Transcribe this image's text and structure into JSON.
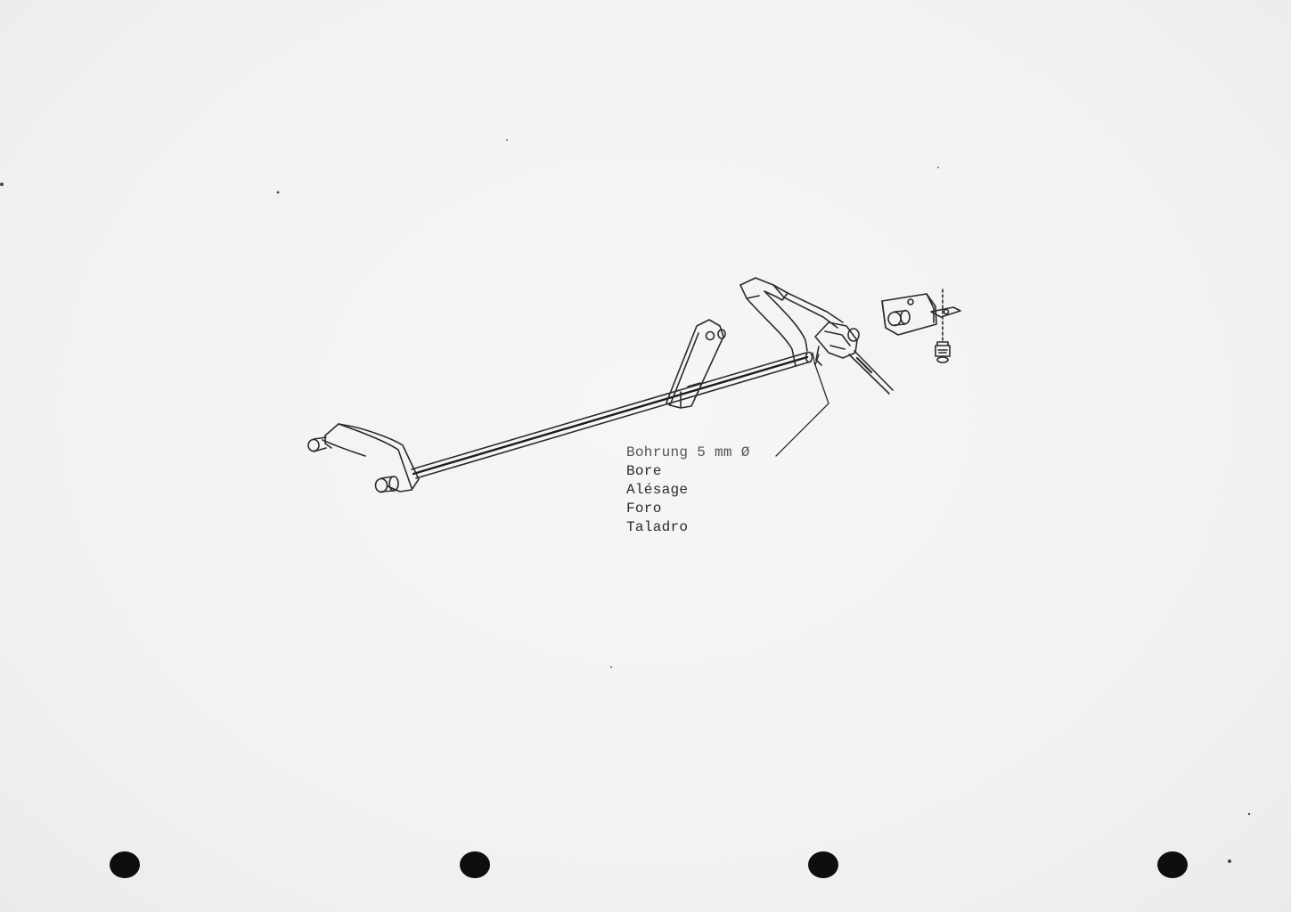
{
  "labels": {
    "drilling_de": "Bohrung 5 mm Ø",
    "drilling_en": "Bore",
    "drilling_fr": "Alésage",
    "drilling_it": "Foro",
    "drilling_es": "Taladro"
  },
  "colors": {
    "paper": "#f3f3f2",
    "ink": "#2a2a2a",
    "punch_hole": "#0e0e0e"
  }
}
